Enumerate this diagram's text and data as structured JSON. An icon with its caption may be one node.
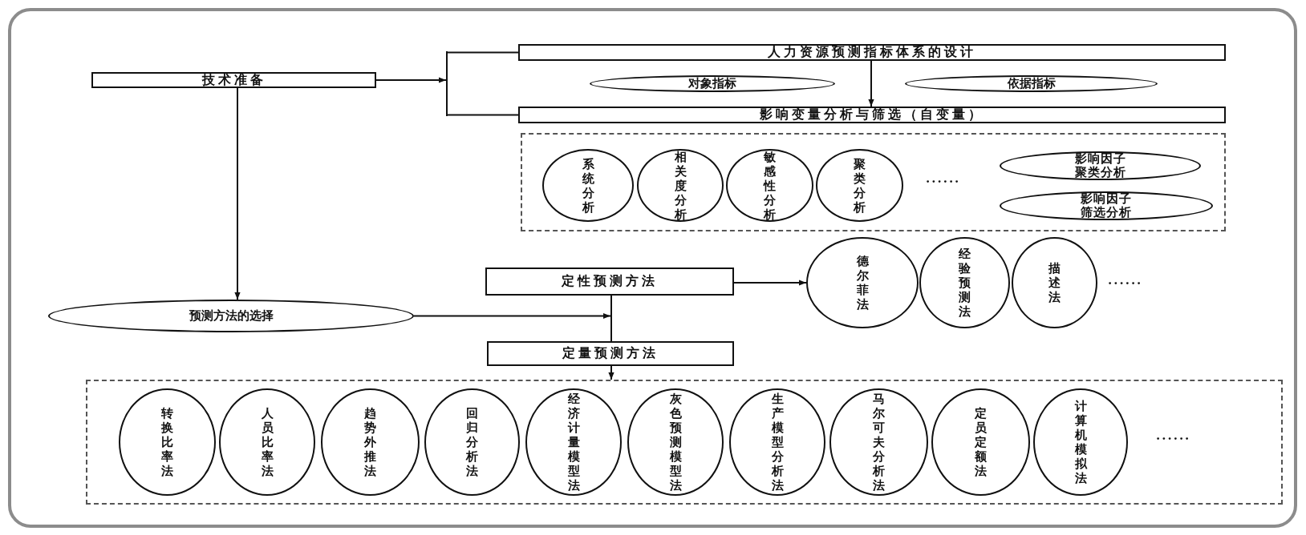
{
  "diagram": {
    "nodes": [
      {
        "text": [
          "技术准备"
        ]
      },
      {
        "text": [
          "人力资源预测指标体系的设计"
        ]
      },
      {
        "text": [
          "对象指标"
        ]
      },
      {
        "text": [
          "依据指标"
        ]
      },
      {
        "text": [
          "影响变量分析与筛选（自变量）"
        ]
      },
      {
        "text": [],
        "shape": "box"
      },
      {
        "text": [
          "系统分析"
        ],
        "in": 5
      },
      {
        "text": [
          "相关度分析"
        ],
        "in": 5
      },
      {
        "text": [
          "敏感性分析"
        ],
        "in": 5
      },
      {
        "text": [
          "聚类分析"
        ],
        "in": 5
      },
      {
        "text": [
          "影响因子聚类分析"
        ],
        "in": 5
      },
      {
        "text": [
          "影响因子筛选分析"
        ],
        "in": 5
      },
      {
        "text": [
          "定性预测方法"
        ]
      },
      {
        "text": [
          "德尔菲法"
        ]
      },
      {
        "text": [
          "经验预测法"
        ]
      },
      {
        "text": [
          "描述法"
        ]
      },
      {
        "text": [
          "预测方法的选择"
        ]
      },
      {
        "text": [
          "定量预测方法"
        ]
      },
      {
        "text": [],
        "shape": "box"
      },
      {
        "text": [
          "转换比率法"
        ],
        "in": 18
      },
      {
        "text": [
          "人员比率法"
        ],
        "in": 18
      },
      {
        "text": [
          "趋势外推法"
        ],
        "in": 18
      },
      {
        "text": [
          "回归分析法"
        ],
        "in": 18
      },
      {
        "text": [
          "经济计量模型法"
        ],
        "in": 18
      },
      {
        "text": [
          "灰色预测模型法"
        ],
        "in": 18
      },
      {
        "text": [
          "生产模型分析法"
        ],
        "in": 18
      },
      {
        "text": [
          "马尔可夫分析法"
        ],
        "in": 18
      },
      {
        "text": [
          "定员定额法"
        ],
        "in": 18
      },
      {
        "text": [
          "计算机模拟法"
        ],
        "in": 18
      },
      {
        "text": [],
        "shape": "bar"
      },
      {
        "text": [],
        "shape": "bar"
      }
    ],
    "edges": [
      {
        "from": 0,
        "to": 29,
        "arrow": "to"
      },
      {
        "from": 29,
        "to": 1,
        "arrow": "none"
      },
      {
        "from": 29,
        "to": 4,
        "arrow": "none"
      },
      {
        "from": 1,
        "to": 4,
        "arrow": "to"
      },
      {
        "from": 0,
        "to": 16,
        "arrow": "to"
      },
      {
        "from": 16,
        "to": 30,
        "arrow": "to"
      },
      {
        "from": 12,
        "to": 13,
        "arrow": "to"
      },
      {
        "from": 17,
        "to": 18,
        "arrow": "to"
      }
    ],
    "labels": [
      "......",
      "......",
      "......"
    ]
  }
}
